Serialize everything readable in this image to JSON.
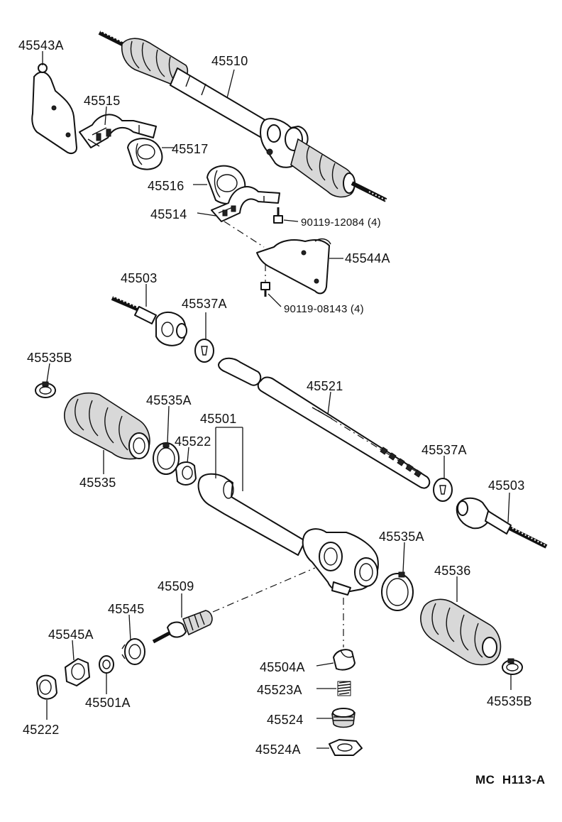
{
  "labels": {
    "p45543A": "45543A",
    "p45510": "45510",
    "p45515": "45515",
    "p45517": "45517",
    "p45516": "45516",
    "p45514": "45514",
    "p90119_12084": "90119-12084 (4)",
    "p45544A": "45544A",
    "p45503_top": "45503",
    "p45537A_top": "45537A",
    "p90119_08143": "90119-08143 (4)",
    "p45535B_left": "45535B",
    "p45521": "45521",
    "p45535A_left": "45535A",
    "p45501": "45501",
    "p45522": "45522",
    "p45535": "45535",
    "p45537A_right": "45537A",
    "p45503_right": "45503",
    "p45535A_right": "45535A",
    "p45509": "45509",
    "p45536": "45536",
    "p45545": "45545",
    "p45545A": "45545A",
    "p45504A": "45504A",
    "p45523A": "45523A",
    "p45524": "45524",
    "p45524A": "45524A",
    "p45501A": "45501A",
    "p45222": "45222",
    "p45535B_right": "45535B"
  },
  "footer": {
    "code": "MC  H113-A"
  }
}
